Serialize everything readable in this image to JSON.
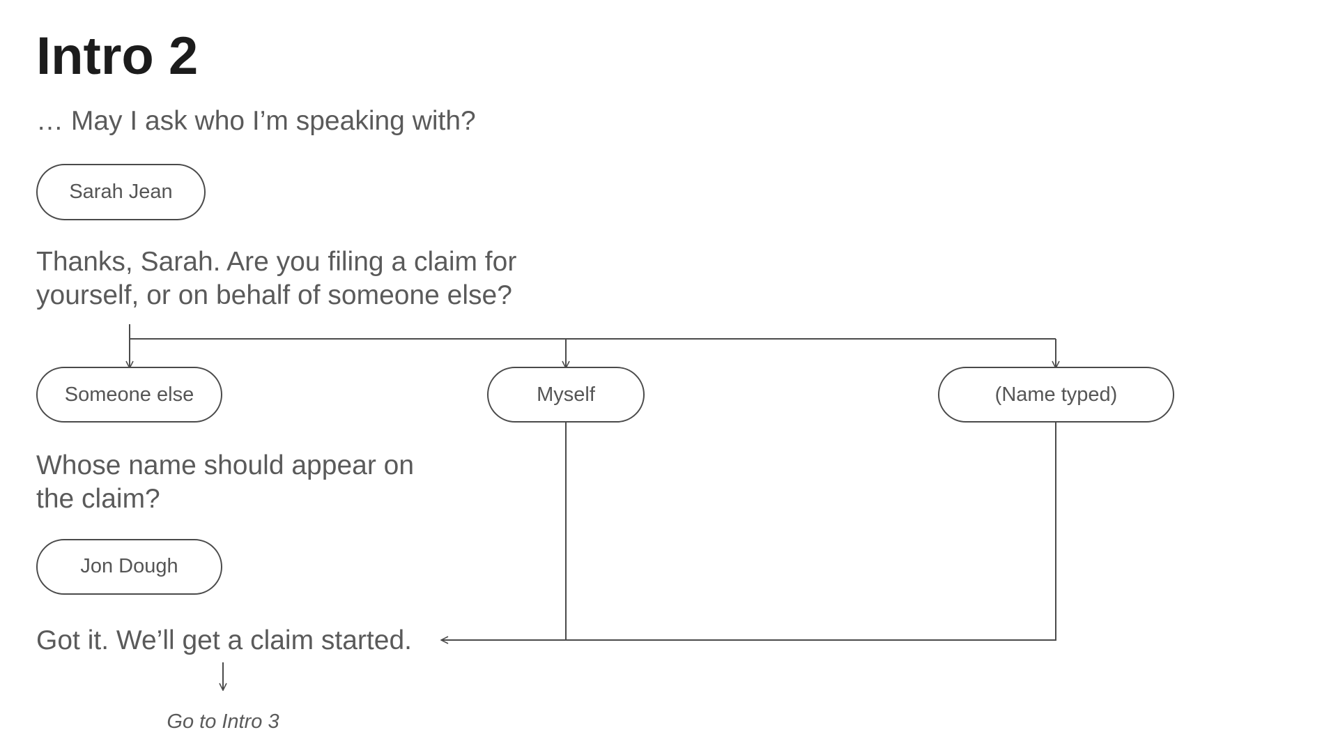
{
  "title": "Intro 2",
  "steps": {
    "ask_name": "… May I ask who I’m speaking with?",
    "filing_for": [
      "Thanks, Sarah. Are you filing a claim for",
      "yourself, or on behalf of someone else?"
    ],
    "whose_name": [
      "Whose name should appear on",
      "the claim?"
    ],
    "confirmation": "Got it. We’ll get a claim started.",
    "next": "Go to Intro 3"
  },
  "responses": {
    "sarah_jean": "Sarah Jean",
    "someone_else": "Someone else",
    "myself": "Myself",
    "name_typed": "(Name typed)",
    "jon_dough": "Jon Dough"
  }
}
